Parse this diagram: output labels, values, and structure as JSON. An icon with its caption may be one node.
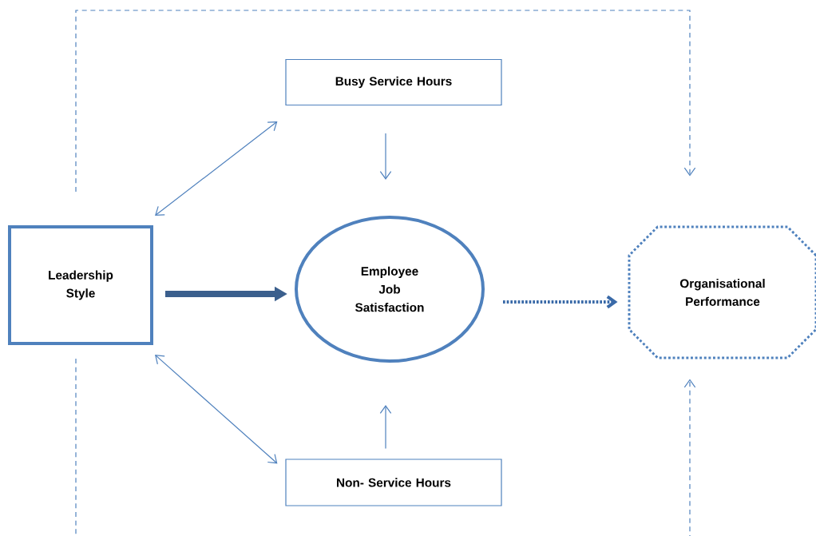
{
  "diagram": {
    "nodes": [
      {
        "text": [
          "Busy Service Hours"
        ]
      },
      {
        "text": [
          "Leadership Style"
        ]
      },
      {
        "text": [
          "Employee Job Satisfaction"
        ]
      },
      {
        "text": [
          "Organisational Performance"
        ]
      },
      {
        "text": [
          "Non- Service Hours"
        ]
      }
    ],
    "edges": [
      {
        "from": 0,
        "to": 2,
        "arrow": "to"
      },
      {
        "from": 1,
        "to": 0,
        "arrow": "both"
      },
      {
        "from": 1,
        "to": 2,
        "arrow": "to",
        "style": "thick",
        "color": "#3b5f8d"
      },
      {
        "from": 2,
        "to": 3,
        "arrow": "to",
        "style": "dashed",
        "color": "#3a6aa8"
      },
      {
        "from": 1,
        "to": 3,
        "arrow": "to",
        "style": "dashed"
      },
      {
        "from": 1,
        "to": 3,
        "arrow": "to",
        "style": "dashed"
      },
      {
        "from": 4,
        "to": 2,
        "arrow": "to"
      },
      {
        "from": 1,
        "to": 4,
        "arrow": "both"
      }
    ]
  }
}
